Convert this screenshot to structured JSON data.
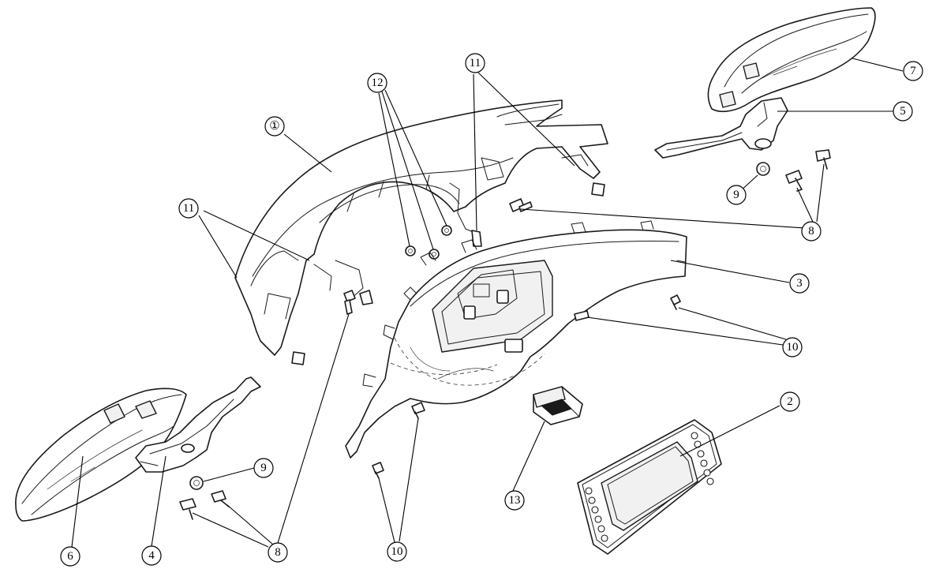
{
  "callouts": [
    {
      "id": "c1",
      "label": "①"
    },
    {
      "id": "c2",
      "label": "2"
    },
    {
      "id": "c3",
      "label": "3"
    },
    {
      "id": "c4",
      "label": "4"
    },
    {
      "id": "c5",
      "label": "5"
    },
    {
      "id": "c6",
      "label": "6"
    },
    {
      "id": "c7",
      "label": "7"
    },
    {
      "id": "c8a",
      "label": "8"
    },
    {
      "id": "c8b",
      "label": "8"
    },
    {
      "id": "c9a",
      "label": "9"
    },
    {
      "id": "c9b",
      "label": "9"
    },
    {
      "id": "c10a",
      "label": "10"
    },
    {
      "id": "c10b",
      "label": "10"
    },
    {
      "id": "c11a",
      "label": "11"
    },
    {
      "id": "c11b",
      "label": "11"
    },
    {
      "id": "c12",
      "label": "12"
    },
    {
      "id": "c13",
      "label": "13"
    }
  ]
}
